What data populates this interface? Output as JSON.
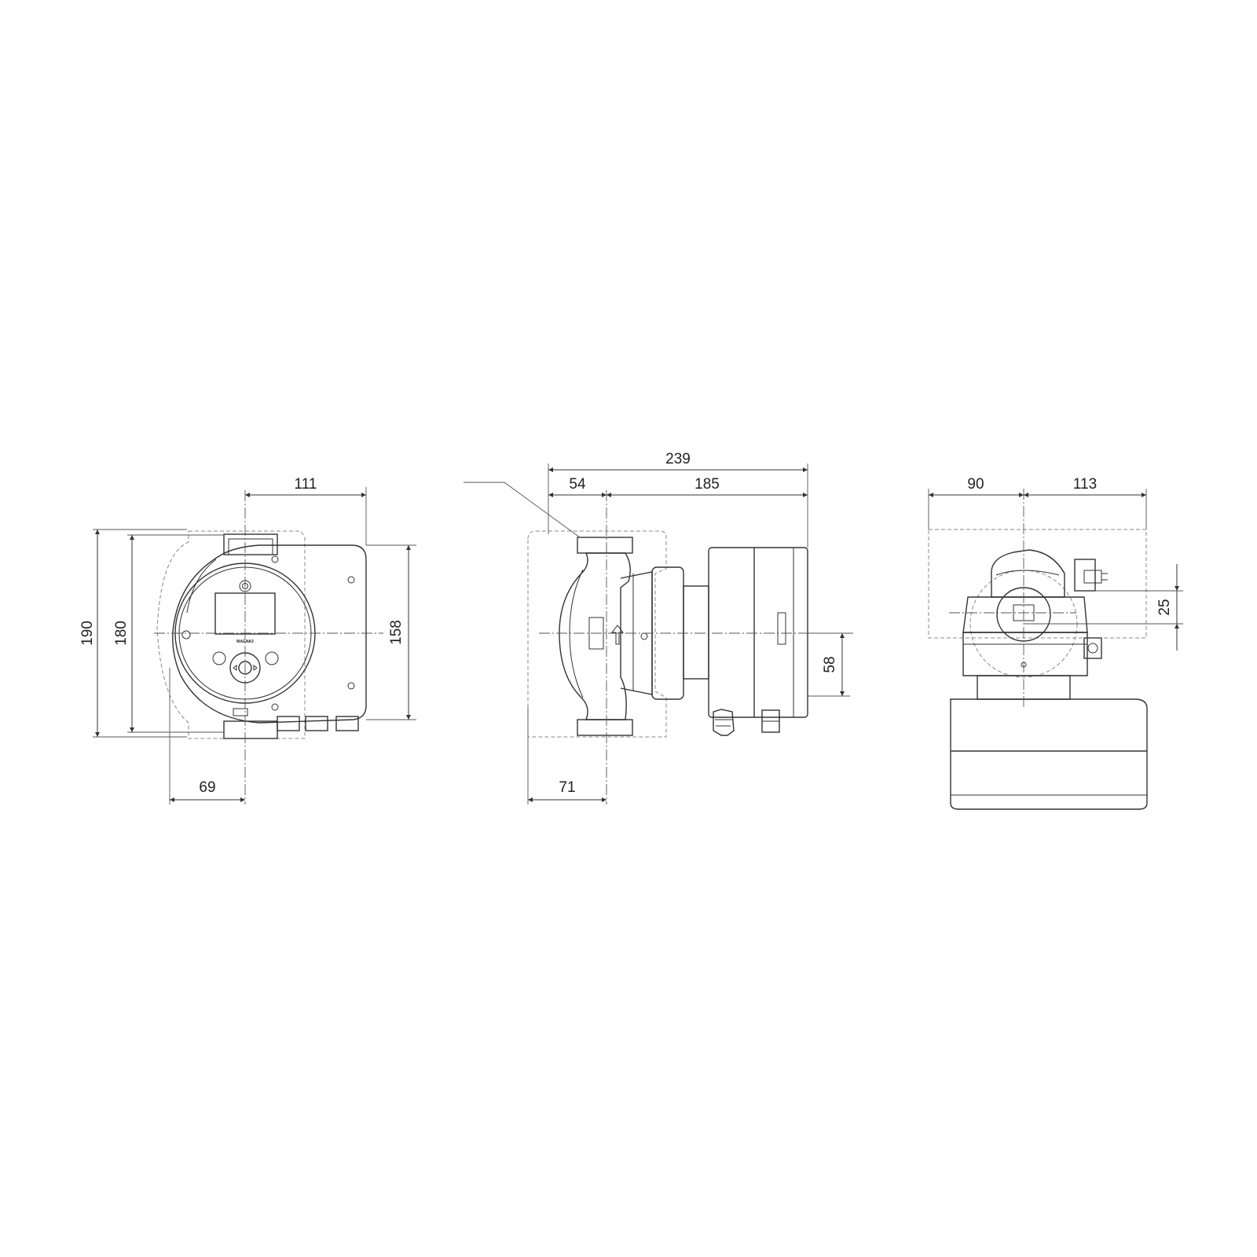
{
  "front_view": {
    "dim_width_top": "111",
    "dim_height_overall": "190",
    "dim_height_flanges": "180",
    "dim_height_head": "158",
    "dim_width_bottom": "69",
    "brand": "MAGNA3"
  },
  "side_view": {
    "dim_overall_length": "239",
    "dim_flange_to_axis": "54",
    "dim_axis_to_end": "185",
    "dim_axis_offset": "58",
    "dim_bottom_offset": "71"
  },
  "end_view": {
    "dim_left": "90",
    "dim_right": "113",
    "dim_vertical": "25"
  }
}
